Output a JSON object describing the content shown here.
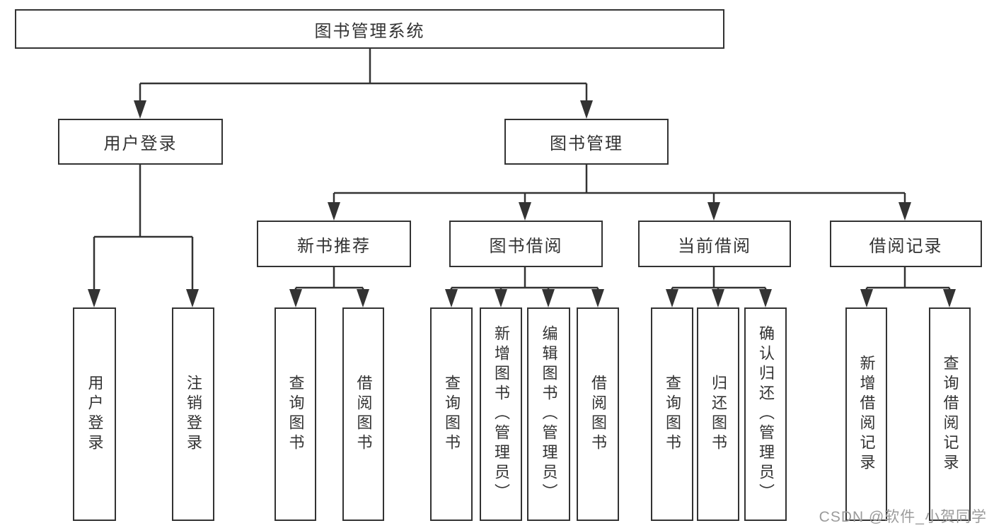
{
  "tree": {
    "label": "图书管理系统",
    "children": [
      {
        "label": "用户登录",
        "children": [
          {
            "label": "用户登录"
          },
          {
            "label": "注销登录"
          }
        ]
      },
      {
        "label": "图书管理",
        "children": [
          {
            "label": "新书推荐",
            "children": [
              {
                "label": "查询图书"
              },
              {
                "label": "借阅图书"
              }
            ]
          },
          {
            "label": "图书借阅",
            "children": [
              {
                "label": "查询图书"
              },
              {
                "label": "新增图书（管理员）"
              },
              {
                "label": "编辑图书（管理员）"
              },
              {
                "label": "借阅图书"
              }
            ]
          },
          {
            "label": "当前借阅",
            "children": [
              {
                "label": "查询图书"
              },
              {
                "label": "归还图书"
              },
              {
                "label": "确认归还（管理员）"
              }
            ]
          },
          {
            "label": "借阅记录",
            "children": [
              {
                "label": "新增借阅记录"
              },
              {
                "label": "查询借阅记录"
              }
            ]
          }
        ]
      }
    ]
  },
  "watermark": {
    "text": "CSDN @软件_小贺同学"
  },
  "colors": {
    "line": "#333333",
    "background": "#ffffff",
    "watermark": "#9b9b9b"
  }
}
